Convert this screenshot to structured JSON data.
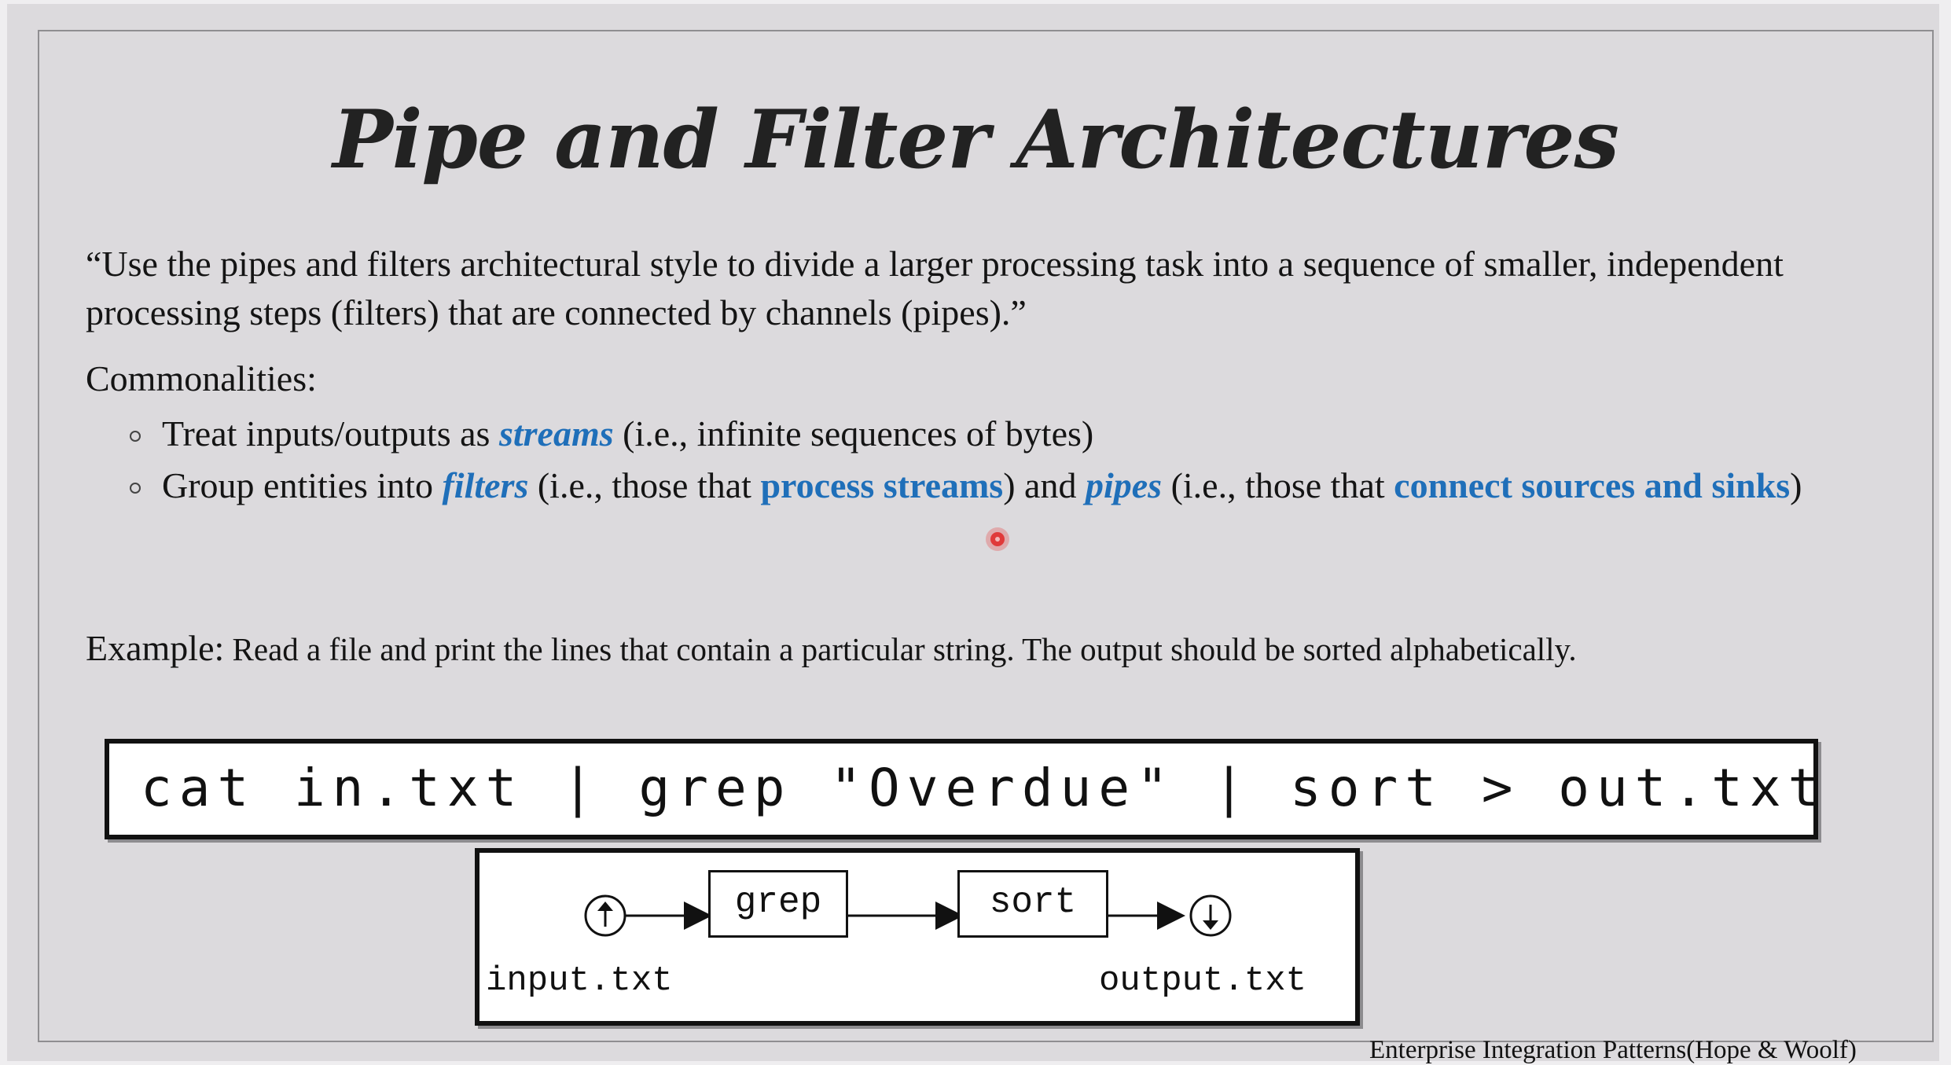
{
  "slide": {
    "title": "Pipe and Filter Architectures",
    "quote": "“Use the pipes and filters architectural style to divide a larger processing task into a sequence of smaller, independent processing steps (filters) that are connected by channels (pipes).”",
    "commonalities_label": "Commonalities:",
    "bullets": [
      {
        "text_before": "Treat inputs/outputs as ",
        "term1": "streams",
        "text_after": " (i.e., infinite sequences of bytes)"
      },
      {
        "text_before": "Group entities into ",
        "term1": "filters",
        "text_mid1": " (i.e., those that ",
        "highlight1": "process streams",
        "text_mid2": ") and ",
        "term2": "pipes",
        "text_mid3": " (i.e., those that ",
        "highlight2": "connect sources and sinks",
        "text_after": ")"
      }
    ],
    "example_label": "Example:",
    "example_text": " Read a file and print the lines that contain a particular string. The output should be sorted alphabetically.",
    "command": "cat in.txt | grep \"Overdue\" | sort > out.txt",
    "diagram": {
      "input_label": "input.txt",
      "output_label": "output.txt",
      "filter1": "grep",
      "filter2": "sort"
    },
    "citation": "Enterprise Integration Patterns(Hope & Woolf)"
  },
  "colors": {
    "accent": "#1f6fb9",
    "slide_background": "#dcdadd",
    "pointer": "#e03a3a"
  }
}
